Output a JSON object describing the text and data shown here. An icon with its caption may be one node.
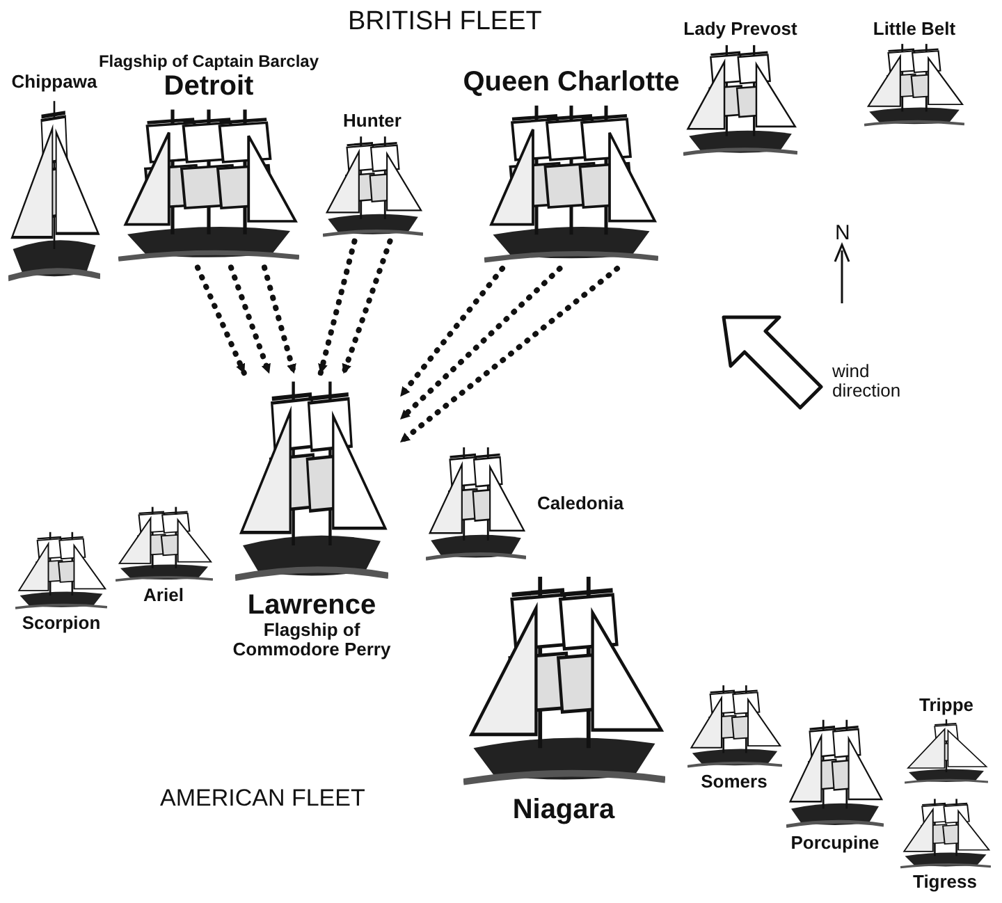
{
  "diagram": {
    "nodes": [
      {
        "text": [
          "Flagship of Captain Barclay",
          "Detroit"
        ]
      },
      {
        "text": [
          "Hunter"
        ]
      },
      {
        "text": [
          "Queen Charlotte"
        ]
      },
      {
        "text": [
          "Lady Prevost"
        ]
      },
      {
        "text": [
          "Little Belt"
        ]
      },
      {
        "text": [
          "Chippawa"
        ]
      },
      {
        "text": [
          "Caledonia"
        ]
      },
      {
        "text": [
          "Lawrence",
          "Flagship of Commodore Perry"
        ]
      },
      {
        "text": [
          "Ariel"
        ]
      },
      {
        "text": [
          "Scorpion"
        ]
      },
      {
        "text": [
          "Trippe"
        ]
      },
      {
        "text": [
          "Niagara"
        ]
      },
      {
        "text": [
          "Somers"
        ]
      },
      {
        "text": [
          "Porcupine"
        ]
      },
      {
        "text": [
          "Tigress"
        ]
      }
    ],
    "edges": [
      {
        "from": 0,
        "to": 7,
        "arrow": "to",
        "style": "dashed"
      },
      {
        "from": 0,
        "to": 7,
        "arrow": "to",
        "style": "dashed"
      },
      {
        "from": 0,
        "to": 7,
        "arrow": "to",
        "style": "dashed"
      },
      {
        "from": 1,
        "to": 7,
        "arrow": "to",
        "style": "dashed"
      },
      {
        "from": 1,
        "to": 7,
        "arrow": "to",
        "style": "dashed"
      },
      {
        "from": 2,
        "to": 7,
        "arrow": "to",
        "style": "dashed"
      },
      {
        "from": 2,
        "to": 7,
        "arrow": "to",
        "style": "dashed"
      },
      {
        "from": 2,
        "to": 7,
        "arrow": "to",
        "style": "dashed"
      }
    ],
    "labels": [
      "BRITISH FLEET",
      "N",
      "wind direction",
      "AMERICAN FLEET"
    ]
  }
}
